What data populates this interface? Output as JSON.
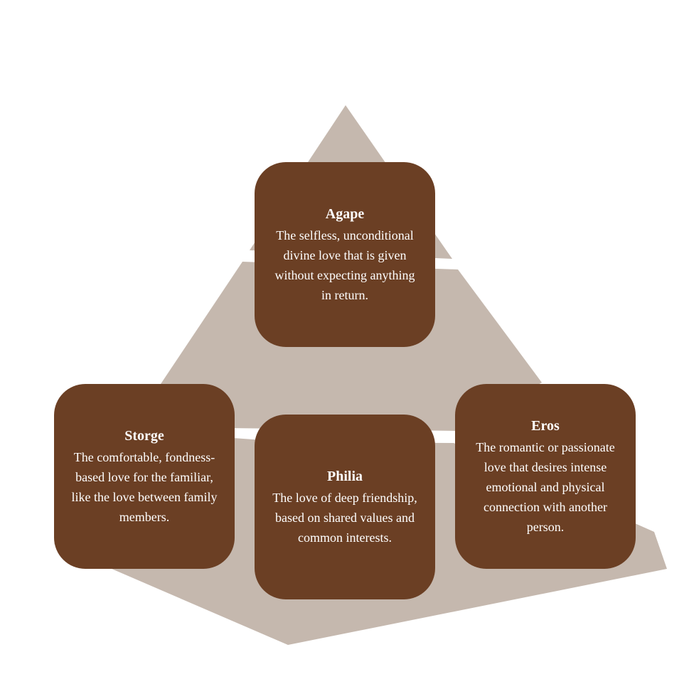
{
  "colors": {
    "pyramid": "#c5b8ae",
    "card": "#6b3f24",
    "text": "#ffffff",
    "background": "#ffffff"
  },
  "levels": {
    "agape": {
      "title": "Agape",
      "lines": [
        "The selfless, unconditional",
        "divine love that is given",
        "without expecting anything",
        "in return."
      ]
    },
    "storge": {
      "title": "Storge",
      "lines": [
        "The comfortable, fondness-",
        "based love for the familiar,",
        "like the love between family",
        "members."
      ]
    },
    "philia": {
      "title": "Philia",
      "lines": [
        "The love of deep friendship,",
        "based on shared values and",
        "common interests."
      ]
    },
    "eros": {
      "title": "Eros",
      "lines": [
        "The romantic or passionate",
        "love that desires intense",
        "emotional and physical",
        "connection with another",
        "person."
      ]
    }
  }
}
